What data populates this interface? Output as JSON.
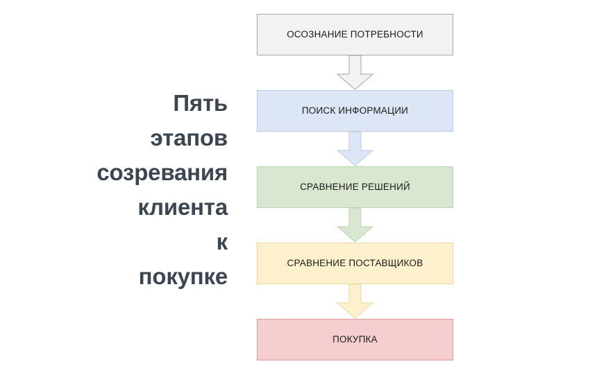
{
  "title": {
    "text": "Пять\nэтапов\nсозревания\nклиента\nк\nпокупке",
    "lines": [
      "Пять",
      "этапов",
      "созревания",
      "клиента",
      "к",
      "покупке"
    ],
    "color": "#3b4650",
    "align": "right"
  },
  "flow": {
    "type": "vertical-flowchart",
    "direction": "top-to-bottom",
    "steps": [
      {
        "index": 1,
        "label": "ОСОЗНАНИЕ ПОТРЕБНОСТИ",
        "fill": "#f2f2f2",
        "border": "#a6a6a6",
        "text_color": "#1a1a1a"
      },
      {
        "index": 2,
        "label": "ПОИСК ИНФОРМАЦИИ",
        "fill": "#dce6f5",
        "border": "#b7cbe8",
        "text_color": "#1a1a1a"
      },
      {
        "index": 3,
        "label": "СРАВНЕНИЕ РЕШЕНИЙ",
        "fill": "#d9e7d0",
        "border": "#bcd4ae",
        "text_color": "#1a1a1a"
      },
      {
        "index": 4,
        "label": "СРАВНЕНИЕ ПОСТАВЩИКОВ",
        "fill": "#fdf0cd",
        "border": "#e8d9a0",
        "text_color": "#1a1a1a"
      },
      {
        "index": 5,
        "label": "ПОКУПКА",
        "fill": "#f5cfcf",
        "border": "#d99a9a",
        "text_color": "#1a1a1a"
      }
    ],
    "connectors": [
      {
        "from": "ОСОЗНАНИЕ ПОТРЕБНОСТИ",
        "to": "ПОИСК ИНФОРМАЦИИ",
        "icon": "down-block-arrow-icon",
        "fill": "#f2f2f2",
        "border": "#a6a6a6"
      },
      {
        "from": "ПОИСК ИНФОРМАЦИИ",
        "to": "СРАВНЕНИЕ РЕШЕНИЙ",
        "icon": "down-block-arrow-icon",
        "fill": "#dce6f5",
        "border": "#b7cbe8"
      },
      {
        "from": "СРАВНЕНИЕ РЕШЕНИЙ",
        "to": "СРАВНЕНИЕ ПОСТАВЩИКОВ",
        "icon": "down-block-arrow-icon",
        "fill": "#d9e7d0",
        "border": "#bcd4ae"
      },
      {
        "from": "СРАВНЕНИЕ ПОСТАВЩИКОВ",
        "to": "ПОКУПКА",
        "icon": "down-block-arrow-icon",
        "fill": "#fdf0cd",
        "border": "#e8d9a0"
      }
    ]
  },
  "background": "#ffffff"
}
